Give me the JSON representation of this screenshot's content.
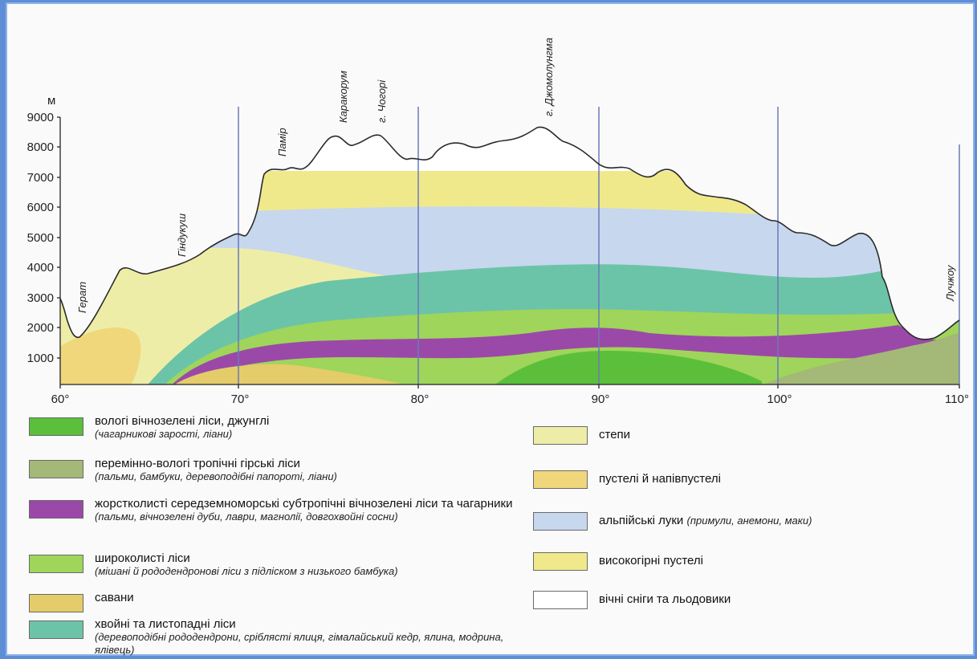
{
  "diagram": {
    "y_unit": "м",
    "y_ticks": [
      "9000",
      "8000",
      "7000",
      "6000",
      "5000",
      "4000",
      "3000",
      "2000",
      "1000"
    ],
    "x_ticks": [
      "60°",
      "70°",
      "80°",
      "90°",
      "100°",
      "110°"
    ],
    "places": {
      "herat": "Герат",
      "hindu_kush": "Гіндукуш",
      "pamir": "Памір",
      "karakoram": "Каракорум",
      "chogori": "г. Чогорі",
      "everest": "г. Джомолунгма",
      "luzhou": "Лучжоу"
    }
  },
  "legend": {
    "left": [
      {
        "main": "вологі вічнозелені ліси, джунглі",
        "note": "(чагарникові зарості, ліани)",
        "color": "#5bbf3b"
      },
      {
        "main": "перемінно-вологі тропічні гірські ліси",
        "note": "(пальми, бамбуки, деревоподібні папороті, ліани)",
        "color": "#a4b877"
      },
      {
        "main": "жорстколисті середземноморські субтропічні вічнозелені ліси та чагарники",
        "note": "(пальми, вічнозелені дуби, лаври, магнолії, довгохвойні сосни)",
        "color": "#9b49a8"
      },
      {
        "main": "широколисті ліси",
        "note": "(мішані й рододендронові ліси з підліском з низького бамбука)",
        "color": "#9fd55a"
      },
      {
        "main": "савани",
        "note": "",
        "color": "#e4cc6a"
      },
      {
        "main": "хвойні та листопадні ліси",
        "note": "(деревоподібні рододендрони, сріблясті ялиця, гімалайський кедр, ялина, модрина, ялівець)",
        "color": "#6cc4a8"
      }
    ],
    "right": [
      {
        "main": "степи",
        "note": "",
        "color": "#eeeda8"
      },
      {
        "main": "пустелі й напівпустелі",
        "note": "",
        "color": "#f0d77c"
      },
      {
        "main": "альпійські луки",
        "note": "(примули, анемони, маки)",
        "color": "#c7d7ee"
      },
      {
        "main": "високогірні пустелі",
        "note": "",
        "color": "#f0e98c"
      },
      {
        "main": "вічні сніги та льодовики",
        "note": "",
        "color": "#ffffff"
      }
    ]
  }
}
